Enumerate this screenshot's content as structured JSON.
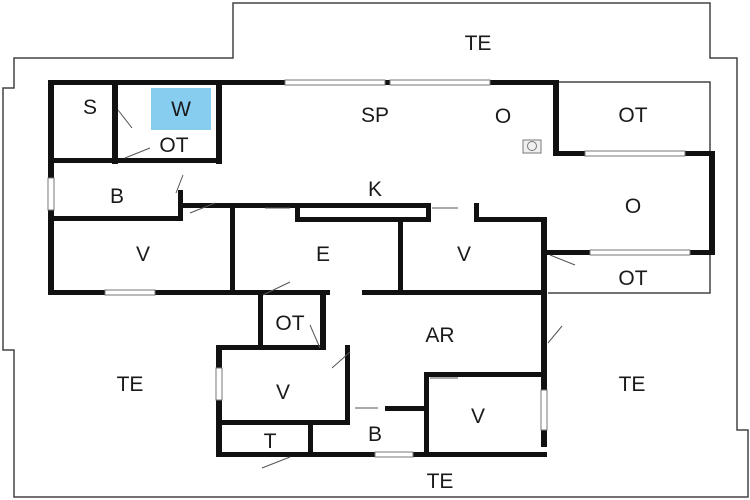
{
  "plan": {
    "rooms": [
      {
        "id": "te-top",
        "label": "TE"
      },
      {
        "id": "s",
        "label": "S"
      },
      {
        "id": "w",
        "label": "W"
      },
      {
        "id": "sp",
        "label": "SP"
      },
      {
        "id": "o-upper",
        "label": "O"
      },
      {
        "id": "ot-upper-right",
        "label": "OT"
      },
      {
        "id": "ot-small",
        "label": "OT"
      },
      {
        "id": "k",
        "label": "K"
      },
      {
        "id": "b-left",
        "label": "B"
      },
      {
        "id": "o-right",
        "label": "O"
      },
      {
        "id": "v-left",
        "label": "V"
      },
      {
        "id": "e",
        "label": "E"
      },
      {
        "id": "v-center",
        "label": "V"
      },
      {
        "id": "ot-lower-right",
        "label": "OT"
      },
      {
        "id": "ot-center",
        "label": "OT"
      },
      {
        "id": "ar",
        "label": "AR"
      },
      {
        "id": "te-left",
        "label": "TE"
      },
      {
        "id": "te-right",
        "label": "TE"
      },
      {
        "id": "v-lower-left",
        "label": "V"
      },
      {
        "id": "v-lower-right",
        "label": "V"
      },
      {
        "id": "t",
        "label": "T"
      },
      {
        "id": "b-lower",
        "label": "B"
      },
      {
        "id": "te-bottom",
        "label": "TE"
      }
    ],
    "colors": {
      "wall": "#111111",
      "highlight": "#87cdf0",
      "background": "#ffffff"
    }
  }
}
